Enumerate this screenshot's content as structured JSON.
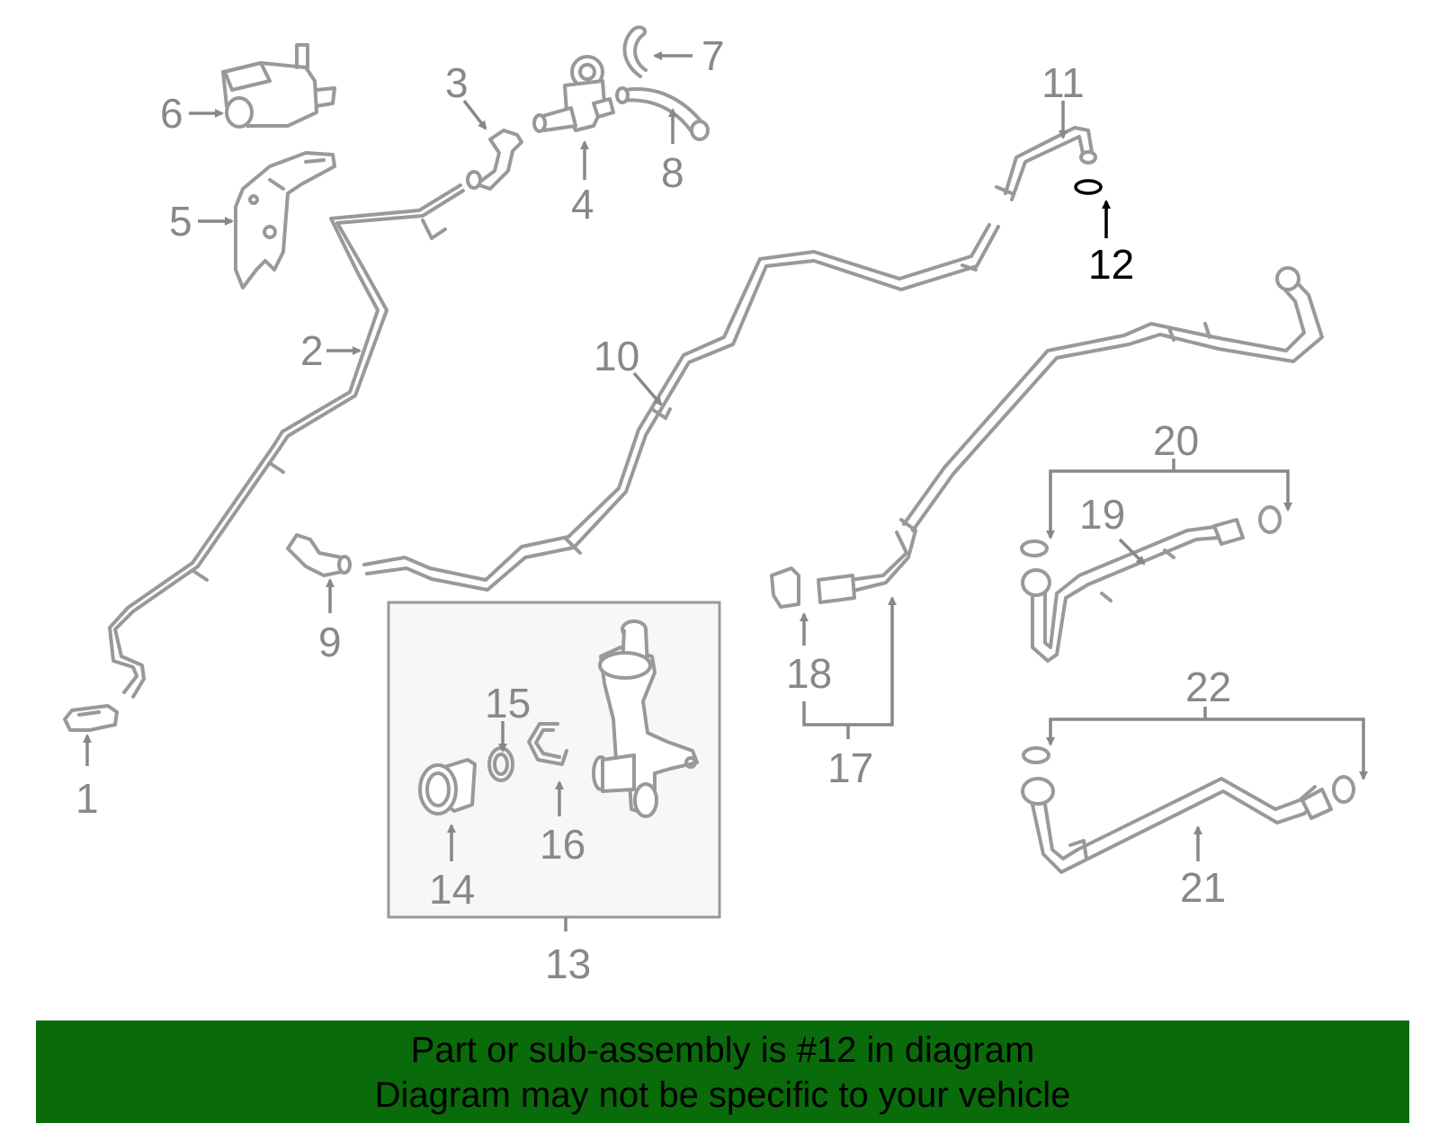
{
  "diagram": {
    "highlight_color": "#000000",
    "part_color": "#999999",
    "callouts": [
      {
        "id": "1",
        "label": "1"
      },
      {
        "id": "2",
        "label": "2"
      },
      {
        "id": "3",
        "label": "3"
      },
      {
        "id": "4",
        "label": "4"
      },
      {
        "id": "5",
        "label": "5"
      },
      {
        "id": "6",
        "label": "6"
      },
      {
        "id": "7",
        "label": "7"
      },
      {
        "id": "8",
        "label": "8"
      },
      {
        "id": "9",
        "label": "9"
      },
      {
        "id": "10",
        "label": "10"
      },
      {
        "id": "11",
        "label": "11"
      },
      {
        "id": "12",
        "label": "12",
        "highlighted": true
      },
      {
        "id": "13",
        "label": "13"
      },
      {
        "id": "14",
        "label": "14"
      },
      {
        "id": "15",
        "label": "15"
      },
      {
        "id": "16",
        "label": "16"
      },
      {
        "id": "17",
        "label": "17"
      },
      {
        "id": "18",
        "label": "18"
      },
      {
        "id": "19",
        "label": "19"
      },
      {
        "id": "20",
        "label": "20"
      },
      {
        "id": "21",
        "label": "21"
      },
      {
        "id": "22",
        "label": "22"
      }
    ]
  },
  "banner": {
    "background_color": "#0a6b0a",
    "line1": "Part or sub-assembly is #12 in diagram",
    "line2": "Diagram may not be specific to your vehicle"
  }
}
